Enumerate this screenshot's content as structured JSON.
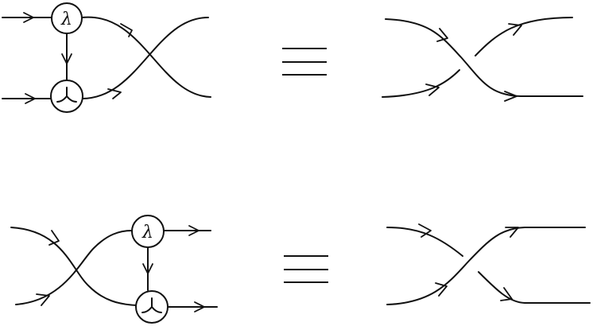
{
  "diagram": {
    "equations": [
      {
        "lhs": {
          "nodes": [
            {
              "label": "λ",
              "kind": "lambda-node"
            },
            {
              "label": "",
              "kind": "merge-node"
            }
          ]
        },
        "relation": "equivalent",
        "rhs": {
          "nodes": []
        }
      },
      {
        "lhs": {
          "nodes": [
            {
              "label": "λ",
              "kind": "lambda-node"
            },
            {
              "label": "",
              "kind": "merge-node"
            }
          ]
        },
        "relation": "equivalent",
        "rhs": {
          "nodes": []
        }
      }
    ],
    "colors": {
      "ink": "#111111",
      "background": "#ffffff"
    }
  }
}
